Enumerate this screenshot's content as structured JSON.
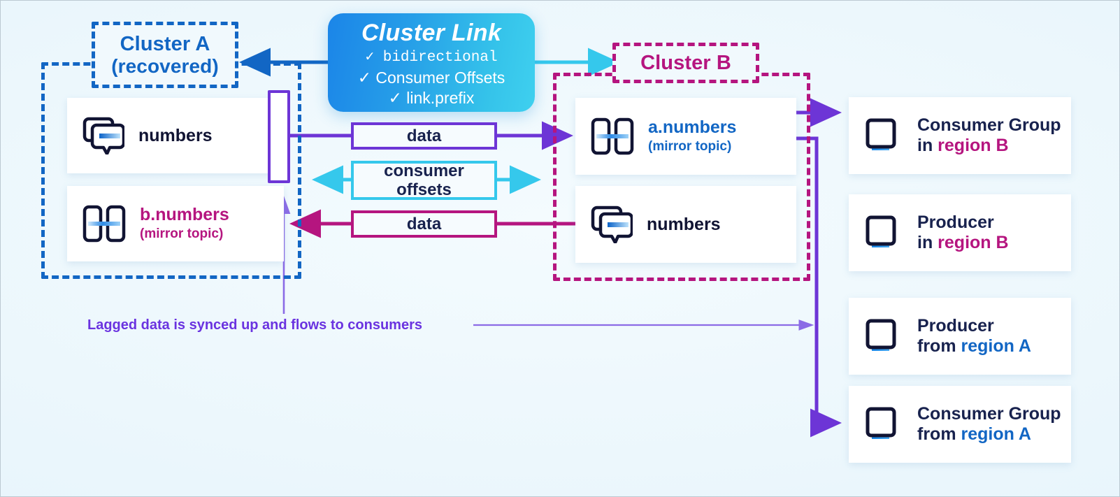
{
  "diagram": {
    "title": "Cluster Link bidirectional mirroring between Cluster A (recovered) and Cluster B",
    "background_color": "#eef7fc"
  },
  "cluster_link": {
    "title": "Cluster Link",
    "features": [
      {
        "check": "✓",
        "text": "bidirectional",
        "mono": true
      },
      {
        "check": "✓",
        "text": "Consumer Offsets",
        "mono": false
      },
      {
        "check": "✓",
        "text": "link.prefix",
        "mono": false
      }
    ],
    "color_start": "#1b85e8",
    "color_end": "#3fd0ef"
  },
  "cluster_a": {
    "label": "Cluster A",
    "sublabel": "(recovered)",
    "color": "#1266c4",
    "topics": [
      {
        "name": "numbers",
        "sub": "",
        "icon": "topic-icon",
        "name_color": "#111433"
      },
      {
        "name": "b.numbers",
        "sub": "(mirror topic)",
        "icon": "mirror-topic-icon",
        "name_color": "#b5157f"
      }
    ]
  },
  "cluster_b": {
    "label": "Cluster B",
    "color": "#b5157f",
    "topics": [
      {
        "name": "a.numbers",
        "sub": "(mirror topic)",
        "icon": "mirror-topic-icon",
        "name_color": "#1266c4"
      },
      {
        "name": "numbers",
        "sub": "",
        "icon": "topic-icon",
        "name_color": "#111433"
      }
    ]
  },
  "flows": [
    {
      "label": "data",
      "color": "#6d35d6",
      "direction": "right"
    },
    {
      "label": "consumer offsets",
      "color": "#35c8ec",
      "direction": "both"
    },
    {
      "label": "data",
      "color": "#b5157f",
      "direction": "left"
    }
  ],
  "clients": [
    {
      "role": "Consumer Group",
      "preposition": "in",
      "region": "region B",
      "region_color": "#b5157f",
      "icon": "client-square-icon"
    },
    {
      "role": "Producer",
      "preposition": "in",
      "region": "region B",
      "region_color": "#b5157f",
      "icon": "client-square-icon"
    },
    {
      "role": "Producer",
      "preposition": "from",
      "region": "region A",
      "region_color": "#1266c4",
      "icon": "client-square-icon"
    },
    {
      "role": "Consumer Group",
      "preposition": "from",
      "region": "region A",
      "region_color": "#1266c4",
      "icon": "client-square-icon"
    }
  ],
  "annotation": {
    "text": "Lagged data is synced up and flows to consumers",
    "color": "#6a33e0"
  },
  "lag_indicator": {
    "name": "lag-bar",
    "color": "#6d35d6"
  }
}
